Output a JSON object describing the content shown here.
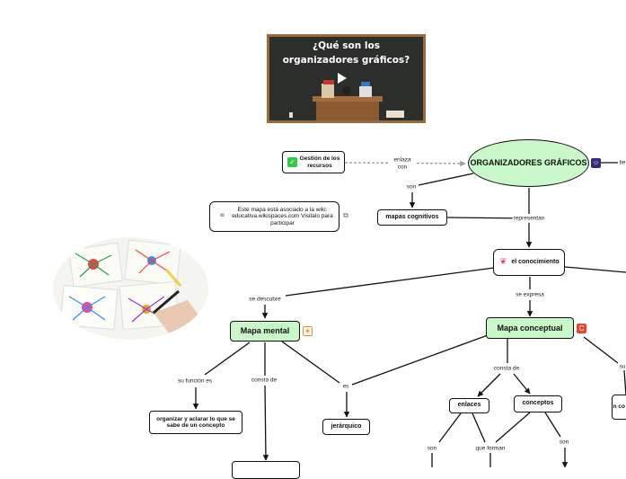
{
  "video": {
    "title_line1": "¿Qué son los",
    "title_line2": "organizadores gráficos?"
  },
  "nodes": {
    "root": "ORGANIZADORES GRÁFICOS",
    "gestion": "Gestión de los recursos",
    "wiki_note": "Este mapa está asociado a la wiki: educativa.wikispaces.com Visitalo para participar",
    "mapas_cognitivos": "mapas cognitivos",
    "conocimiento": "el conocimiento",
    "mapa_mental": "Mapa mental",
    "mapa_conceptual": "Mapa conceptual",
    "organizar": "organizar y aclarar lo que se sabe de un concepto",
    "jerarquico": "jerárquico",
    "enlaces": "enlaces",
    "conceptos": "conceptos",
    "right_partial": "n co"
  },
  "labels": {
    "enlaza_con": "enlaza con",
    "son1": "son",
    "representan": "representan",
    "ti": "tie",
    "se_descubre": "se descubre",
    "se_expresa": "se expresa",
    "su_funcion_es": "su función es",
    "consta_de1": "consta de",
    "es": "es",
    "consta_de2": "consta de",
    "su": "su",
    "son2": "son",
    "que_forman": "que forman",
    "son3": "son"
  },
  "icons": {
    "check": "check-icon",
    "link": "link-icon",
    "external": "external-link-icon",
    "brain": "brain-icon",
    "cube": "cube-icon",
    "c_badge": "c-badge-icon",
    "person": "person-icon",
    "play": "play-icon"
  },
  "colors": {
    "green_node": "#c9f7c9",
    "check_green": "#2ecc40",
    "orange": "#f08a24",
    "red_badge": "#e8472b",
    "purple_badge": "#3a2a7a"
  }
}
